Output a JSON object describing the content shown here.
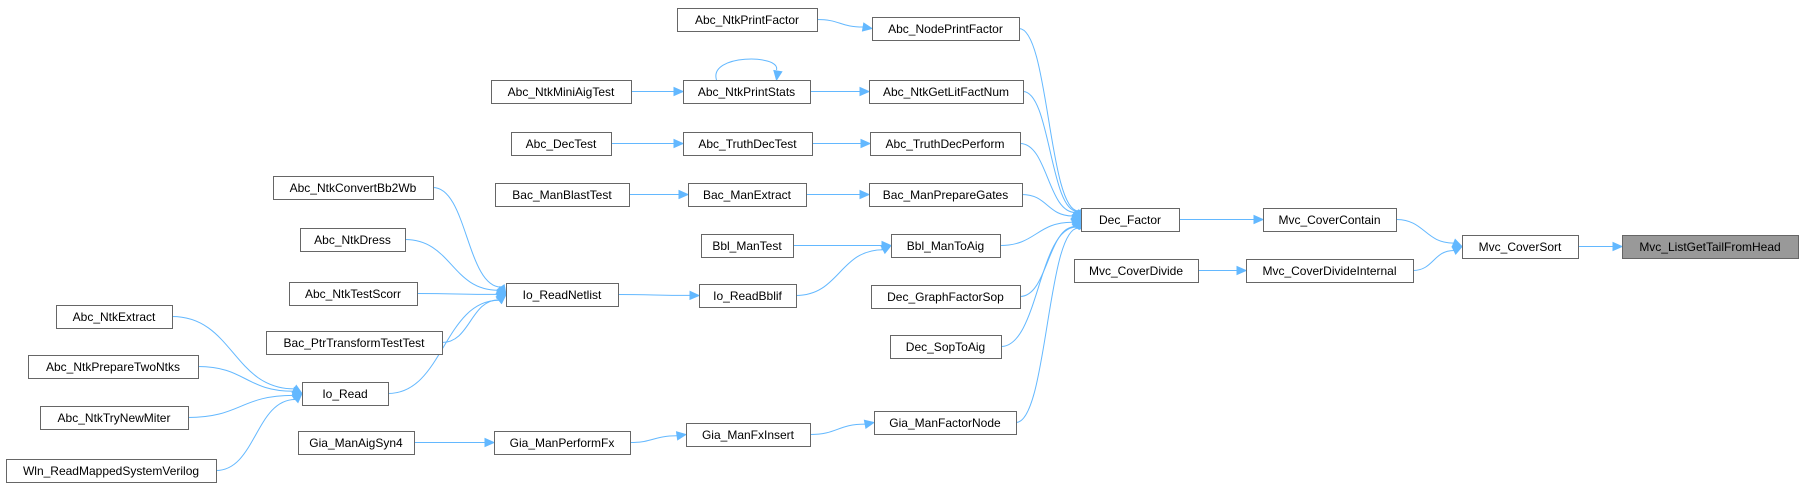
{
  "diagram": {
    "type": "call-graph",
    "colors": {
      "node_border": "#666666",
      "highlight_fill": "#999999",
      "edge": "#63b8ff"
    },
    "nodes": [
      {
        "id": "Mvc_ListGetTailFromHead",
        "label": "Mvc_ListGetTailFromHead",
        "highlight": true
      },
      {
        "id": "Mvc_CoverSort",
        "label": "Mvc_CoverSort"
      },
      {
        "id": "Mvc_CoverContain",
        "label": "Mvc_CoverContain"
      },
      {
        "id": "Mvc_CoverDivideInternal",
        "label": "Mvc_CoverDivideInternal"
      },
      {
        "id": "Dec_Factor",
        "label": "Dec_Factor"
      },
      {
        "id": "Mvc_CoverDivide",
        "label": "Mvc_CoverDivide"
      },
      {
        "id": "Abc_NodePrintFactor",
        "label": "Abc_NodePrintFactor"
      },
      {
        "id": "Abc_NtkGetLitFactNum",
        "label": "Abc_NtkGetLitFactNum"
      },
      {
        "id": "Abc_TruthDecPerform",
        "label": "Abc_TruthDecPerform"
      },
      {
        "id": "Bac_ManPrepareGates",
        "label": "Bac_ManPrepareGates"
      },
      {
        "id": "Bbl_ManToAig",
        "label": "Bbl_ManToAig"
      },
      {
        "id": "Dec_GraphFactorSop",
        "label": "Dec_GraphFactorSop"
      },
      {
        "id": "Dec_SopToAig",
        "label": "Dec_SopToAig"
      },
      {
        "id": "Gia_ManFactorNode",
        "label": "Gia_ManFactorNode"
      },
      {
        "id": "Abc_NtkPrintFactor",
        "label": "Abc_NtkPrintFactor"
      },
      {
        "id": "Abc_NtkPrintStats",
        "label": "Abc_NtkPrintStats"
      },
      {
        "id": "Abc_NtkMiniAigTest",
        "label": "Abc_NtkMiniAigTest"
      },
      {
        "id": "Abc_TruthDecTest",
        "label": "Abc_TruthDecTest"
      },
      {
        "id": "Abc_DecTest",
        "label": "Abc_DecTest"
      },
      {
        "id": "Bac_ManExtract",
        "label": "Bac_ManExtract"
      },
      {
        "id": "Bac_ManBlastTest",
        "label": "Bac_ManBlastTest"
      },
      {
        "id": "Bbl_ManTest",
        "label": "Bbl_ManTest"
      },
      {
        "id": "Io_ReadBblif",
        "label": "Io_ReadBblif"
      },
      {
        "id": "Io_ReadNetlist",
        "label": "Io_ReadNetlist"
      },
      {
        "id": "Abc_NtkConvertBb2Wb",
        "label": "Abc_NtkConvertBb2Wb"
      },
      {
        "id": "Abc_NtkDress",
        "label": "Abc_NtkDress"
      },
      {
        "id": "Abc_NtkTestScorr",
        "label": "Abc_NtkTestScorr"
      },
      {
        "id": "Bac_PtrTransformTestTest",
        "label": "Bac_PtrTransformTestTest"
      },
      {
        "id": "Io_Read",
        "label": "Io_Read"
      },
      {
        "id": "Abc_NtkExtract",
        "label": "Abc_NtkExtract"
      },
      {
        "id": "Abc_NtkPrepareTwoNtks",
        "label": "Abc_NtkPrepareTwoNtks"
      },
      {
        "id": "Abc_NtkTryNewMiter",
        "label": "Abc_NtkTryNewMiter"
      },
      {
        "id": "Wln_ReadMappedSystemVerilog",
        "label": "Wln_ReadMappedSystemVerilog"
      },
      {
        "id": "Gia_ManFxInsert",
        "label": "Gia_ManFxInsert"
      },
      {
        "id": "Gia_ManPerformFx",
        "label": "Gia_ManPerformFx"
      },
      {
        "id": "Gia_ManAigSyn4",
        "label": "Gia_ManAigSyn4"
      }
    ],
    "edges": [
      {
        "from": "Mvc_CoverSort",
        "to": "Mvc_ListGetTailFromHead"
      },
      {
        "from": "Mvc_CoverContain",
        "to": "Mvc_CoverSort"
      },
      {
        "from": "Mvc_CoverDivideInternal",
        "to": "Mvc_CoverSort"
      },
      {
        "from": "Dec_Factor",
        "to": "Mvc_CoverContain"
      },
      {
        "from": "Mvc_CoverDivide",
        "to": "Mvc_CoverDivideInternal"
      },
      {
        "from": "Abc_NodePrintFactor",
        "to": "Dec_Factor"
      },
      {
        "from": "Abc_NtkGetLitFactNum",
        "to": "Dec_Factor"
      },
      {
        "from": "Abc_TruthDecPerform",
        "to": "Dec_Factor"
      },
      {
        "from": "Bac_ManPrepareGates",
        "to": "Dec_Factor"
      },
      {
        "from": "Bbl_ManToAig",
        "to": "Dec_Factor"
      },
      {
        "from": "Dec_GraphFactorSop",
        "to": "Dec_Factor"
      },
      {
        "from": "Dec_SopToAig",
        "to": "Dec_Factor"
      },
      {
        "from": "Gia_ManFactorNode",
        "to": "Dec_Factor"
      },
      {
        "from": "Abc_NtkPrintFactor",
        "to": "Abc_NodePrintFactor"
      },
      {
        "from": "Abc_NtkPrintStats",
        "to": "Abc_NtkGetLitFactNum"
      },
      {
        "from": "Abc_NtkPrintStats",
        "to": "Abc_NtkPrintStats"
      },
      {
        "from": "Abc_NtkMiniAigTest",
        "to": "Abc_NtkPrintStats"
      },
      {
        "from": "Abc_TruthDecTest",
        "to": "Abc_TruthDecPerform"
      },
      {
        "from": "Abc_DecTest",
        "to": "Abc_TruthDecTest"
      },
      {
        "from": "Bac_ManExtract",
        "to": "Bac_ManPrepareGates"
      },
      {
        "from": "Bac_ManBlastTest",
        "to": "Bac_ManExtract"
      },
      {
        "from": "Bbl_ManTest",
        "to": "Bbl_ManToAig"
      },
      {
        "from": "Io_ReadBblif",
        "to": "Bbl_ManToAig"
      },
      {
        "from": "Io_ReadNetlist",
        "to": "Io_ReadBblif"
      },
      {
        "from": "Abc_NtkConvertBb2Wb",
        "to": "Io_ReadNetlist"
      },
      {
        "from": "Abc_NtkDress",
        "to": "Io_ReadNetlist"
      },
      {
        "from": "Abc_NtkTestScorr",
        "to": "Io_ReadNetlist"
      },
      {
        "from": "Bac_PtrTransformTestTest",
        "to": "Io_ReadNetlist"
      },
      {
        "from": "Io_Read",
        "to": "Io_ReadNetlist"
      },
      {
        "from": "Abc_NtkExtract",
        "to": "Io_Read"
      },
      {
        "from": "Abc_NtkPrepareTwoNtks",
        "to": "Io_Read"
      },
      {
        "from": "Abc_NtkTryNewMiter",
        "to": "Io_Read"
      },
      {
        "from": "Wln_ReadMappedSystemVerilog",
        "to": "Io_Read"
      },
      {
        "from": "Gia_ManFxInsert",
        "to": "Gia_ManFactorNode"
      },
      {
        "from": "Gia_ManPerformFx",
        "to": "Gia_ManFxInsert"
      },
      {
        "from": "Gia_ManAigSyn4",
        "to": "Gia_ManPerformFx"
      }
    ]
  }
}
